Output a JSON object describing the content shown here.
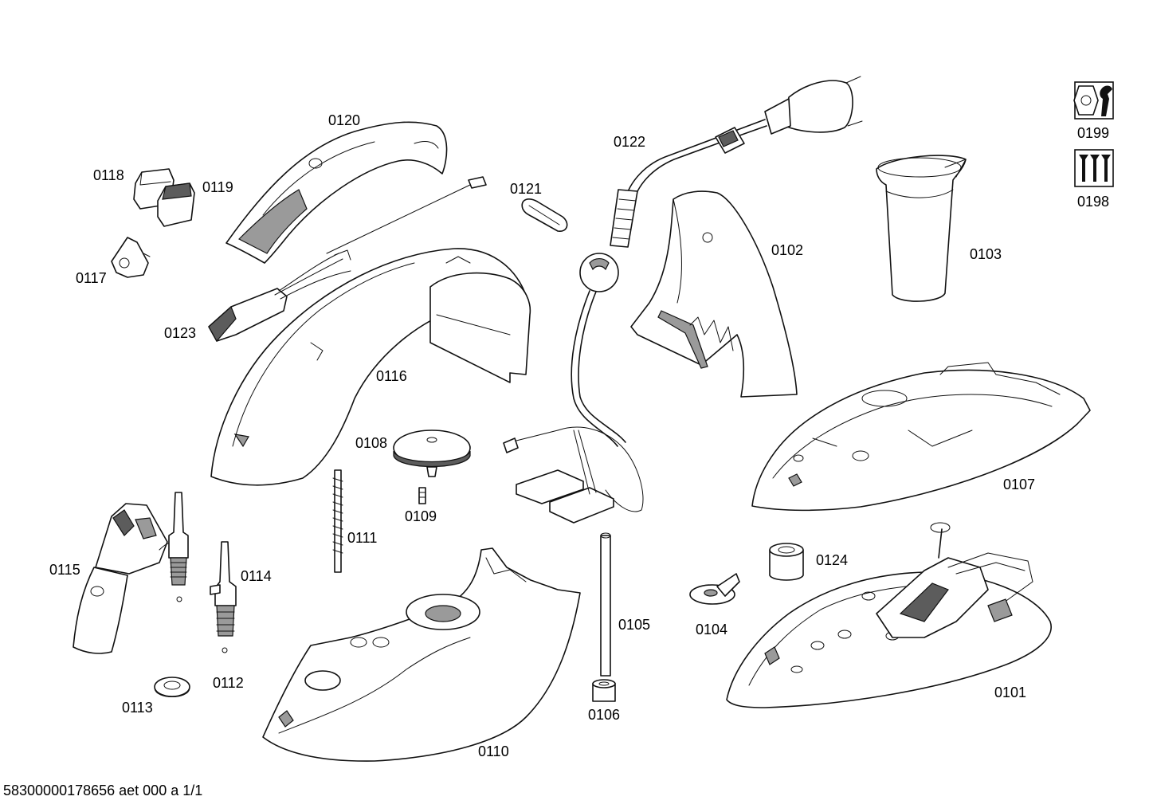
{
  "labels": {
    "p0101": "0101",
    "p0102": "0102",
    "p0103": "0103",
    "p0104": "0104",
    "p0105": "0105",
    "p0106": "0106",
    "p0107": "0107",
    "p0108": "0108",
    "p0109": "0109",
    "p0110": "0110",
    "p0111": "0111",
    "p0112": "0112",
    "p0113": "0113",
    "p0114": "0114",
    "p0115": "0115",
    "p0116": "0116",
    "p0117": "0117",
    "p0118": "0118",
    "p0119": "0119",
    "p0120": "0120",
    "p0121": "0121",
    "p0122": "0122",
    "p0123": "0123",
    "p0124": "0124",
    "p0198": "0198",
    "p0199": "0199"
  },
  "footer": "58300000178656 aet 000 a 1/1",
  "icons": {
    "p0199": "wrench-nut-icon",
    "p0198": "screws-icon"
  }
}
